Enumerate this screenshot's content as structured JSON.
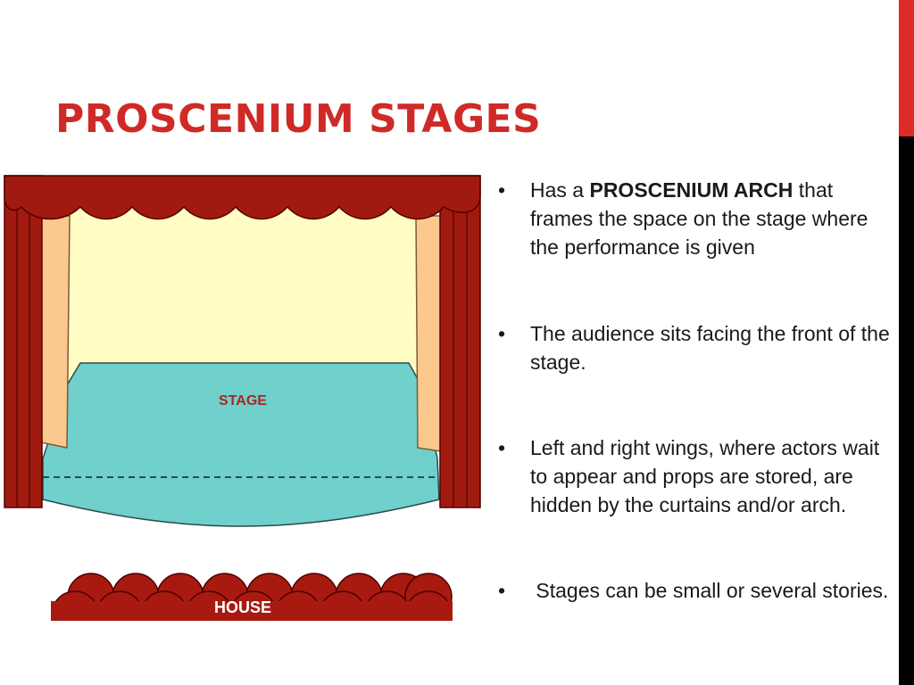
{
  "slide": {
    "title": "PROSCENIUM STAGES"
  },
  "illustration": {
    "stage_label": "STAGE",
    "house_label": "HOUSE"
  },
  "bullets": {
    "marker": "•",
    "item1": {
      "prefix": "Has a ",
      "bold": "PROSCENIUM ARCH",
      "suffix": " that frames the space on the stage where the performance is given"
    },
    "item2": "The audience sits facing the front of the stage.",
    "item3": "Left and right wings, where actors wait to appear and props are stored, are hidden by the curtains and/or arch.",
    "item4": " Stages can be small or several stories."
  },
  "colors": {
    "title": "#cf2a27",
    "curtain": "#a01a10",
    "backdrop": "#fffdc4",
    "stage_floor": "#6fd0cc",
    "wing_panel": "#fbc98e",
    "seats": "#a81a10",
    "accent_bar": "#e02a26"
  }
}
